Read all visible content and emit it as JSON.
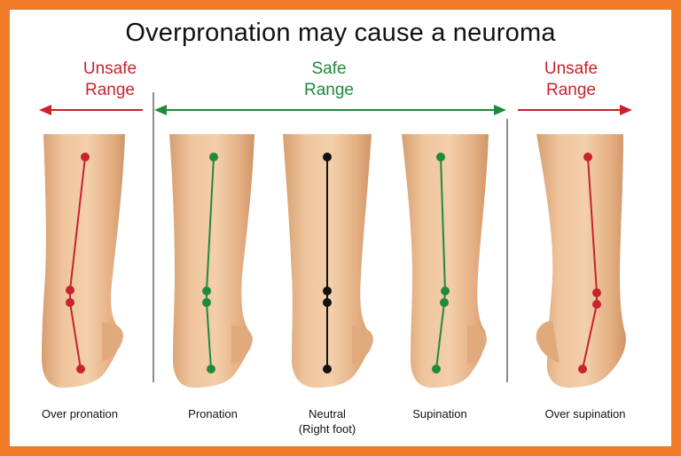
{
  "title": "Overpronation may cause a neuroma",
  "ranges": {
    "left_unsafe": {
      "line1": "Unsafe",
      "line2": "Range"
    },
    "safe": {
      "line1": "Safe",
      "line2": "Range"
    },
    "right_unsafe": {
      "line1": "Unsafe",
      "line2": "Range"
    }
  },
  "colors": {
    "unsafe": "#c8232d",
    "safe": "#1f8a3b",
    "neutral": "#111111",
    "skin": "#e9b98c",
    "frame": "#f07c2a"
  },
  "feet": [
    {
      "label": "Over pronation",
      "sublabel": "",
      "zone": "unsafe"
    },
    {
      "label": "Pronation",
      "sublabel": "",
      "zone": "safe"
    },
    {
      "label": "Neutral",
      "sublabel": "(Right foot)",
      "zone": "neutral"
    },
    {
      "label": "Supination",
      "sublabel": "",
      "zone": "safe"
    },
    {
      "label": "Over supination",
      "sublabel": "",
      "zone": "unsafe"
    }
  ]
}
